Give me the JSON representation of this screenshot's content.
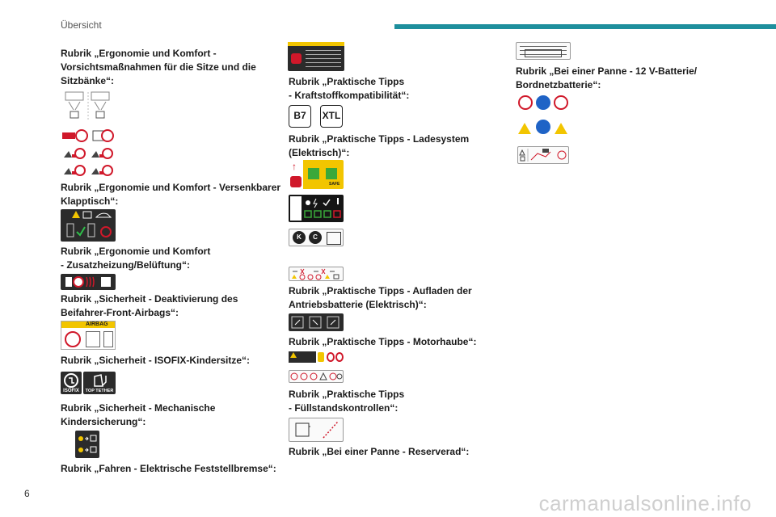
{
  "header": {
    "section": "Übersicht"
  },
  "page_number": "6",
  "watermark": "carmanualsonline.info",
  "col1": [
    "Rubrik „Ergonomie und Komfort -\nVorsichtsmaßnahmen für die Sitze und die\nSitzbänke“:",
    "Rubrik „Ergonomie und Komfort - Versenkbarer\nKlapptisch“:",
    "Rubrik „Ergonomie und Komfort\n- Zusatzheizung/Belüftung“:",
    "Rubrik „Sicherheit - Deaktivierung des\nBeifahrer-Front-Airbags“:",
    "Rubrik „Sicherheit - ISOFIX-Kindersitze“:",
    "Rubrik „Sicherheit - Mechanische\nKindersicherung“:",
    "Rubrik „Fahren - Elektrische Feststellbremse“:"
  ],
  "col2": [
    "Rubrik „Praktische Tipps\n- Kraftstoffkompatibilität“:",
    "Rubrik „Praktische Tipps - Ladesystem\n(Elektrisch)“:",
    "Rubrik „Praktische Tipps - Aufladen der\nAntriebsbatterie (Elektrisch)“:",
    "Rubrik „Praktische Tipps - Motorhaube“:",
    "Rubrik „Praktische Tipps\n- Füllstandskontrollen“:",
    "Rubrik „Bei einer Panne - Reserverad“:"
  ],
  "col3": [
    "Rubrik „Bei einer Panne - 12 V-Batterie/\nBordnetzbatterie“:"
  ],
  "labels": {
    "airbag": "AIRBAG",
    "isofix": "ISOFIX",
    "top_tether": "TOP TETHER",
    "fuel_b7": "B7",
    "fuel_xtl": "XTL",
    "safe": "SAFE",
    "k": "K",
    "c": "C"
  }
}
